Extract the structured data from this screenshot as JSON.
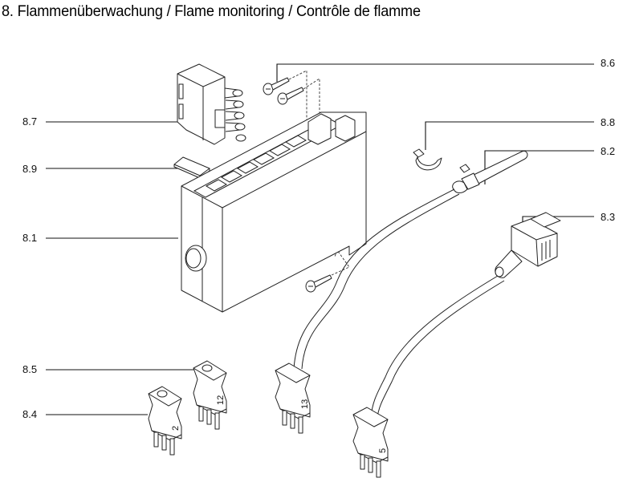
{
  "title": "8. Flammenüberwachung / Flame monitoring / Contrôle de flamme",
  "callouts": {
    "c81": "8.1",
    "c82": "8.2",
    "c83": "8.3",
    "c84": "8.4",
    "c85": "8.5",
    "c86": "8.6",
    "c87": "8.7",
    "c88": "8.8",
    "c89": "8.9"
  },
  "plug_numbers": {
    "p84": "2",
    "p85": "12",
    "p_cable_813": "13",
    "p_cable_85": "5"
  }
}
